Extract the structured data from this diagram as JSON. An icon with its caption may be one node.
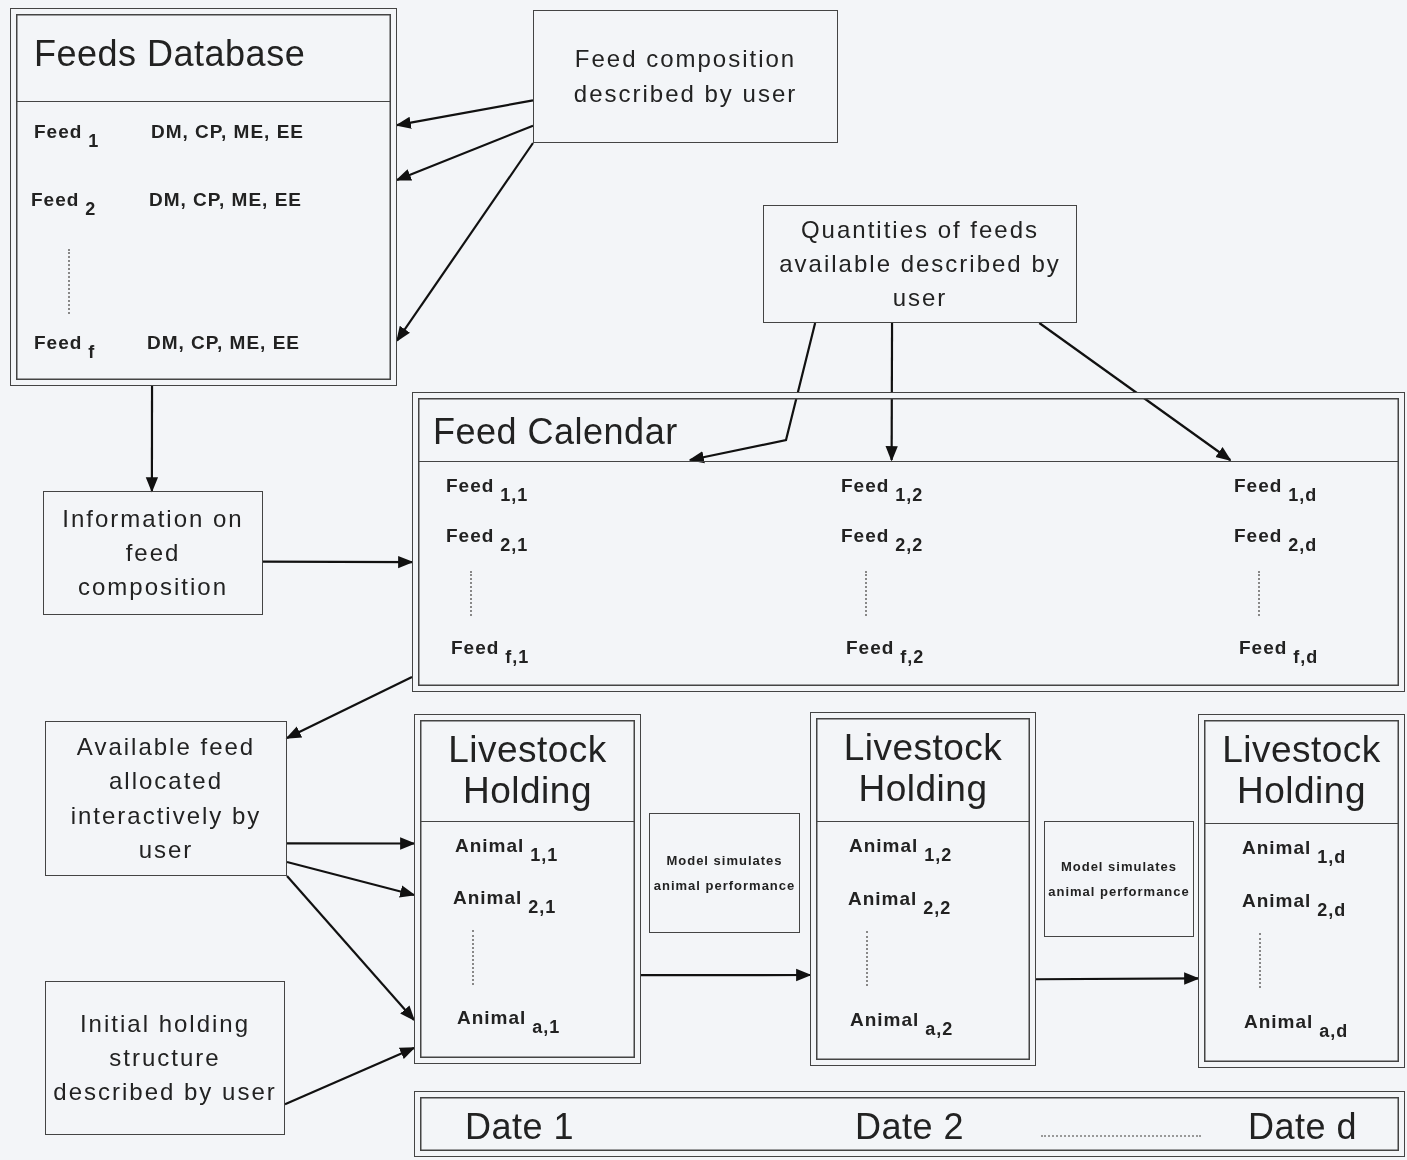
{
  "diagram": {
    "nodes": [
      {
        "text": [
          "Feeds Database",
          "Feed$_{1}$",
          "DM, CP, ME, EE",
          "Feed$_{2}$",
          "DM, CP, ME, EE",
          "Feed$_{f}$",
          "DM, CP, ME, EE"
        ]
      },
      {
        "text": [
          "Feed composition described by user"
        ]
      },
      {
        "text": [
          "Quantities of feeds available described by user"
        ]
      },
      {
        "text": [
          "Information on feed composition"
        ]
      },
      {
        "text": [
          "Feed Calendar"
        ]
      },
      {
        "text": [
          "Feed$_{1,1}$",
          "Feed$_{1,2}$",
          "Feed$_{1,d}$",
          "Feed$_{2,1}$",
          "Feed$_{2,2}$",
          "Feed$_{2,d}$",
          "Feed$_{f,1}$",
          "Feed$_{f,2}$",
          "Feed$_{f,d}$"
        ],
        "in": 4
      },
      {
        "text": [
          "Available feed allocated interactively by user"
        ]
      },
      {
        "text": [
          "Initial holding structure described by user"
        ]
      },
      {
        "text": [
          "Livestock Holding",
          "Animal$_{1,1}$",
          "Animal$_{2,1}$",
          "Animal$_{a,1}$"
        ]
      },
      {
        "text": [
          "Model simulates animal performance"
        ]
      },
      {
        "text": [
          "Livestock Holding",
          "Animal$_{1,2}$",
          "Animal$_{2,2}$",
          "Animal$_{a,2}$"
        ]
      },
      {
        "text": [
          "Model simulates animal performance"
        ]
      },
      {
        "text": [
          "Livestock Holding",
          "Animal$_{1,d}$",
          "Animal$_{2,d}$",
          "Animal$_{a,d}$"
        ]
      },
      {
        "text": [
          "Date 1",
          "Date 2",
          "Date d"
        ]
      }
    ],
    "edges": [
      {
        "from": 1,
        "to": 0,
        "arrow": "to"
      },
      {
        "from": 1,
        "to": 0,
        "arrow": "to"
      },
      {
        "from": 1,
        "to": 0,
        "arrow": "to"
      },
      {
        "from": 0,
        "to": 3,
        "arrow": "to"
      },
      {
        "from": 3,
        "to": 4,
        "arrow": "to"
      },
      {
        "from": 2,
        "to": 5,
        "arrow": "to"
      },
      {
        "from": 2,
        "to": 5,
        "arrow": "to"
      },
      {
        "from": 2,
        "to": 5,
        "arrow": "to"
      },
      {
        "from": 4,
        "to": 6,
        "arrow": "to"
      },
      {
        "from": 6,
        "to": 8,
        "arrow": "to"
      },
      {
        "from": 6,
        "to": 8,
        "arrow": "to"
      },
      {
        "from": 6,
        "to": 8,
        "arrow": "to"
      },
      {
        "from": 7,
        "to": 8,
        "arrow": "to"
      },
      {
        "from": 8,
        "to": 10,
        "arrow": "to"
      },
      {
        "from": 10,
        "to": 12,
        "arrow": "to"
      }
    ]
  }
}
